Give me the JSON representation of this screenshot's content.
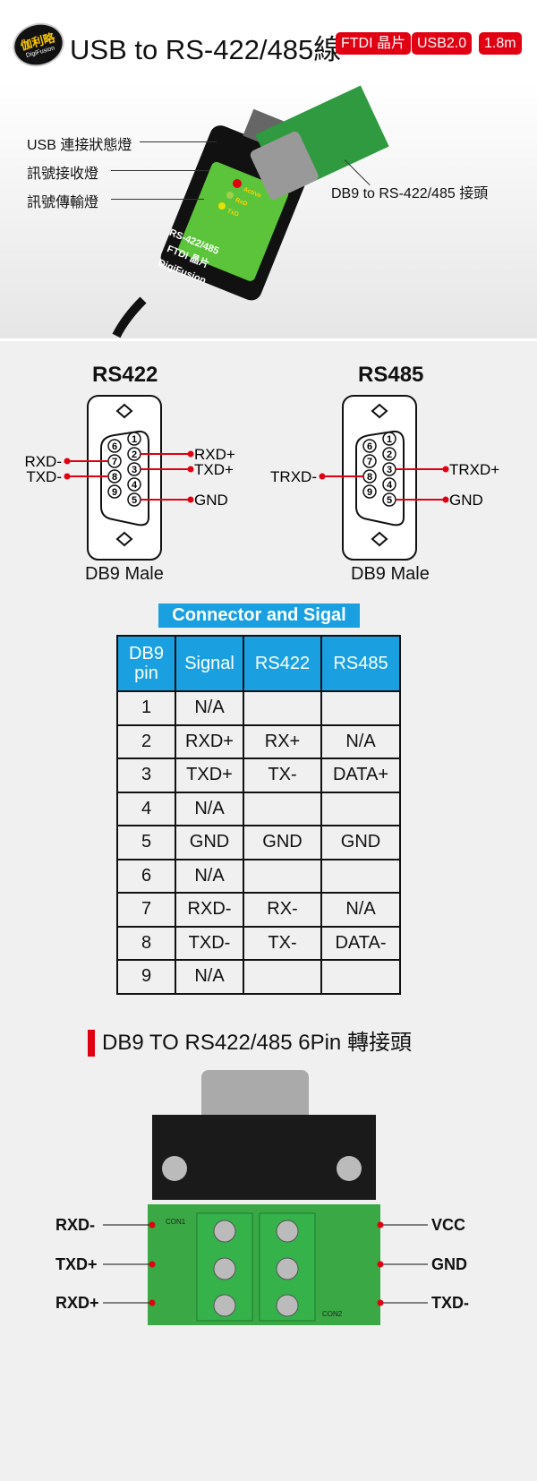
{
  "header": {
    "logo_text": "伽利略",
    "logo_sub": "DigiFusion",
    "title": "USB to RS-422/485線",
    "badges": [
      "FTDI 晶片",
      "USB2.0",
      "1.8m"
    ]
  },
  "product": {
    "labels": [
      "USB 連接狀態燈",
      "訊號接收燈",
      "訊號傳輸燈"
    ],
    "connector_label": "DB9 to RS-422/485  接頭",
    "device_text": [
      "RS-422/485",
      "FTDI 晶片",
      "DigiFusion"
    ],
    "leds": [
      "Active",
      "RxD",
      "TxD"
    ]
  },
  "diagrams": [
    {
      "title": "RS422",
      "caption": "DB9 Male",
      "left": [
        {
          "pin": 7,
          "label": "RXD-"
        },
        {
          "pin": 8,
          "label": "TXD-"
        }
      ],
      "right": [
        {
          "pin": 2,
          "label": "RXD+"
        },
        {
          "pin": 3,
          "label": "TXD+"
        },
        {
          "pin": 5,
          "label": "GND"
        }
      ]
    },
    {
      "title": "RS485",
      "caption": "DB9 Male",
      "left": [
        {
          "pin": 8,
          "label": "TRXD-"
        }
      ],
      "right": [
        {
          "pin": 3,
          "label": "TRXD+"
        },
        {
          "pin": 5,
          "label": "GND"
        }
      ]
    }
  ],
  "table": {
    "title": "Connector and Sigal",
    "headers": [
      "DB9 pin",
      "Signal",
      "RS422",
      "RS485"
    ],
    "rows": [
      [
        "1",
        "N/A",
        "",
        ""
      ],
      [
        "2",
        "RXD+",
        "RX+",
        "N/A"
      ],
      [
        "3",
        "TXD+",
        "TX-",
        "DATA+"
      ],
      [
        "4",
        "N/A",
        "",
        ""
      ],
      [
        "5",
        "GND",
        "GND",
        "GND"
      ],
      [
        "6",
        "N/A",
        "",
        ""
      ],
      [
        "7",
        "RXD-",
        "RX-",
        "N/A"
      ],
      [
        "8",
        "TXD-",
        "TX-",
        "DATA-"
      ],
      [
        "9",
        "N/A",
        "",
        ""
      ]
    ]
  },
  "adapter": {
    "title": "DB9 TO RS422/485 6Pin 轉接頭",
    "left_labels": [
      "RXD-",
      "TXD+",
      "RXD+"
    ],
    "right_labels": [
      "VCC",
      "GND",
      "TXD-"
    ],
    "board_labels": [
      "CON1",
      "CON2"
    ]
  },
  "colors": {
    "accent_red": "#e00012",
    "table_blue": "#1aa0e0",
    "pcb_green": "#3aa845"
  }
}
